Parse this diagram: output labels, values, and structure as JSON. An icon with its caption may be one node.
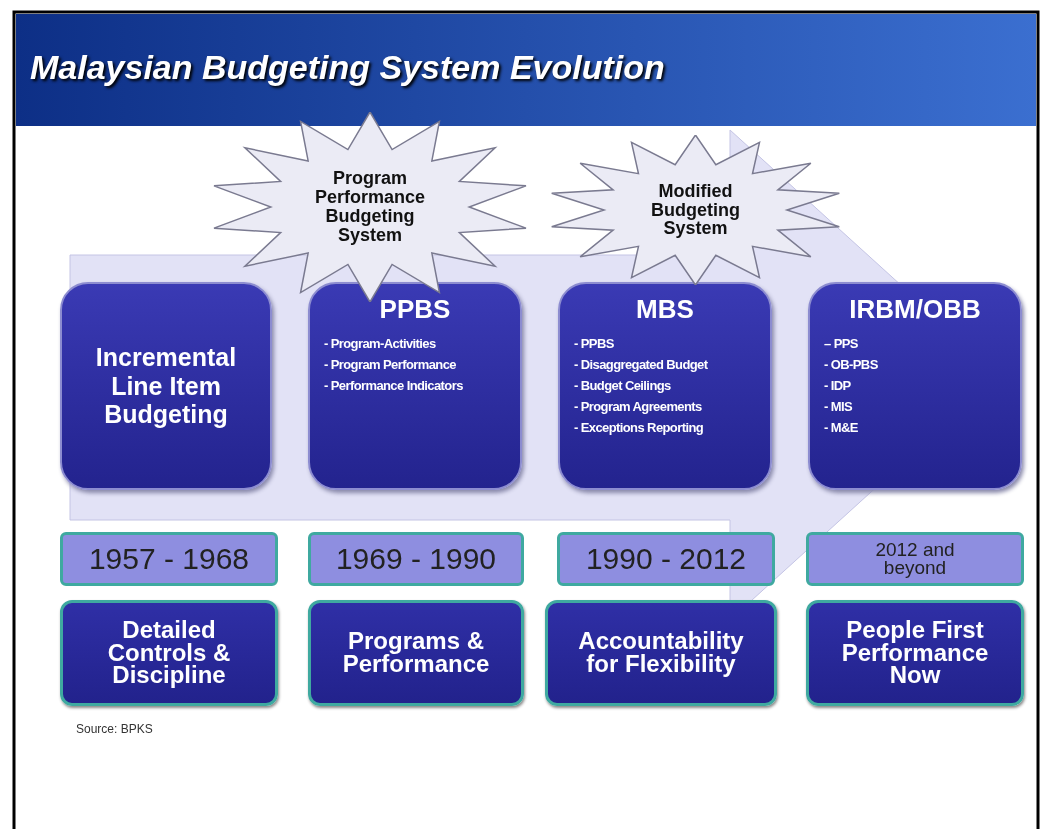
{
  "diagram": {
    "title": "Malaysian Budgeting System Evolution",
    "nodes": [
      {
        "text": [
          "Program Performance Budgeting System"
        ]
      },
      {
        "text": [
          "Modified Budgeting System"
        ]
      },
      {
        "text": [
          "Incremental Line Item Budgeting"
        ]
      },
      {
        "text": [
          "PPBS",
          "- Program-Activities",
          "- Program Performance",
          "- Performance Indicators"
        ]
      },
      {
        "text": [
          "MBS",
          "- PPBS",
          "- Disaggregated Budget",
          "- Budget Ceilings",
          "- Program Agreements",
          "- Exceptions Reporting"
        ]
      },
      {
        "text": [
          "IRBM/OBB",
          "– PPS",
          "- OB-PBS",
          "- IDP",
          "- MIS",
          "- M&E"
        ]
      },
      {
        "text": [
          "1957 - 1968"
        ]
      },
      {
        "text": [
          "1969 - 1990"
        ]
      },
      {
        "text": [
          "1990 - 2012"
        ]
      },
      {
        "text": [
          "2012 and beyond"
        ]
      },
      {
        "text": [
          "Detailed Controls & Discipline"
        ]
      },
      {
        "text": [
          "Programs & Performance"
        ]
      },
      {
        "text": [
          "Accountability for Flexibility"
        ]
      },
      {
        "text": [
          "People First Performance Now"
        ]
      }
    ],
    "edges": [
      {
        "from": 2,
        "to": 5,
        "arrow": "to"
      }
    ],
    "labels": [
      "Source: BPKS"
    ]
  }
}
